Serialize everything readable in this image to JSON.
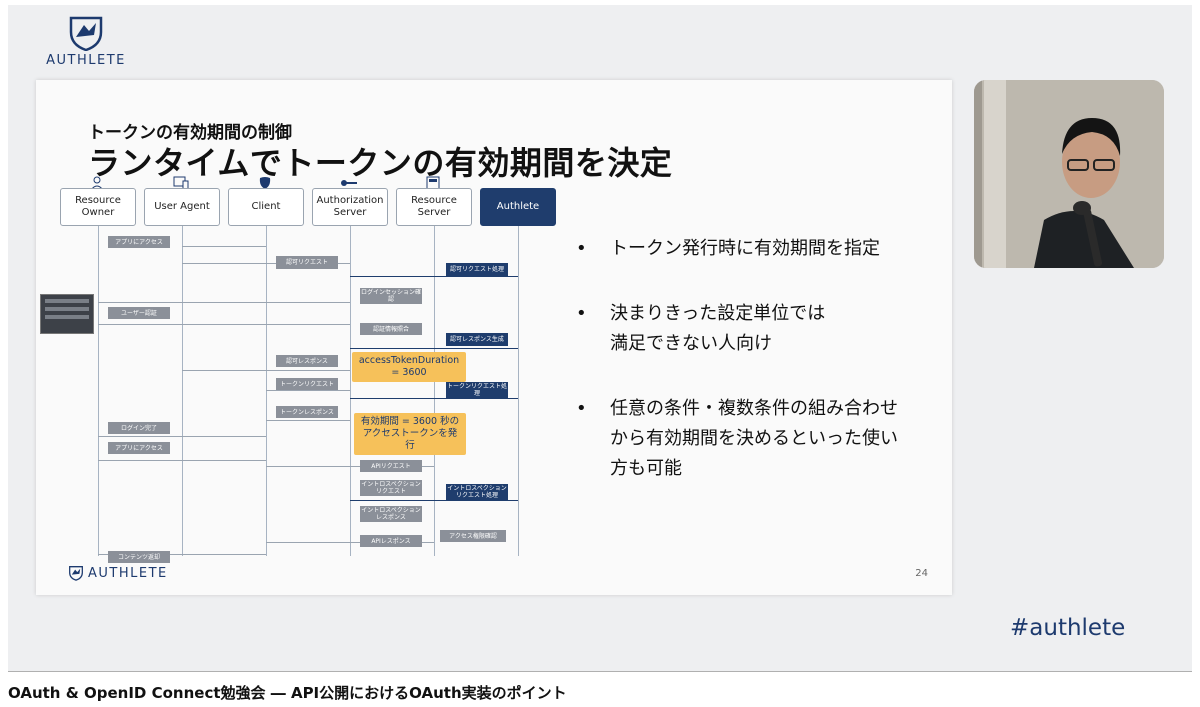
{
  "header": {
    "brand": "AUTHLETE",
    "hashtag": "#authlete"
  },
  "slide": {
    "subtitle": "トークンの有効期間の制御",
    "title": "ランタイムでトークンの有効期間を決定",
    "page_number": "24",
    "footer_brand": "AUTHLETE",
    "actors": [
      "Resource Owner",
      "User Agent",
      "Client",
      "Authorization Server",
      "Resource Server",
      "Authlete"
    ],
    "steps": [
      {
        "label": "アプリにアクセス"
      },
      {
        "label": "認可リクエスト"
      },
      {
        "label": "認可リクエスト処理"
      },
      {
        "label": "ログインセッション確認"
      },
      {
        "label": "ユーザー認証"
      },
      {
        "label": "認証情報照合"
      },
      {
        "label": "認可レスポンス生成"
      },
      {
        "label": "認可レスポンス"
      },
      {
        "label": "トークンリクエスト"
      },
      {
        "label": "トークンリクエスト処理"
      },
      {
        "label": "トークンレスポンス"
      },
      {
        "label": "ログイン完了"
      },
      {
        "label": "アプリにアクセス"
      },
      {
        "label": "APIリクエスト"
      },
      {
        "label": "イントロスペクションリクエスト"
      },
      {
        "label": "イントロスペクションリクエスト処理"
      },
      {
        "label": "イントロスペクションレスポンス"
      },
      {
        "label": "アクセス権限確認"
      },
      {
        "label": "APIレスポンス"
      },
      {
        "label": "コンテンツ返却"
      }
    ],
    "callouts": [
      "accessTokenDuration = 3600",
      "有効期間 = 3600 秒の アクセストークンを発行"
    ],
    "bullets": [
      "トークン発行時に有効期間を指定",
      "決まりきった設定単位では\n満足できない人向け",
      "任意の条件・複数条件の組み合わせ\nから有効期間を決めるといった使い\n方も可能"
    ],
    "bullet_glyph": "•"
  },
  "video": {
    "caption": "OAuth & OpenID Connect勉強会 ― API公開におけるOAuth実装のポイント"
  },
  "colors": {
    "brand": "#1d3a6e",
    "callout": "#f6c15a",
    "step_box": "#8b9099",
    "stage": "#eeeff1"
  }
}
